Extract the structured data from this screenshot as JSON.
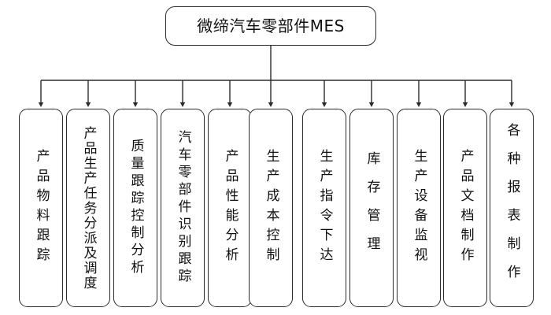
{
  "diagram": {
    "type": "org-chart",
    "orientation": "top-down",
    "background_color": "#ffffff",
    "line_color": "#2b2b2b",
    "text_color": "#111111",
    "root": {
      "label": "微缔汽车零部件MES"
    },
    "children": [
      {
        "label": "产品物料跟踪"
      },
      {
        "label": "产品生产任务分派及调度"
      },
      {
        "label": "质量跟踪控制分析"
      },
      {
        "label": "汽车零部件识别跟踪"
      },
      {
        "label": "产品性能分析"
      },
      {
        "label": "生产成本控制"
      },
      {
        "label": "生产指令下达"
      },
      {
        "label": "库存管理"
      },
      {
        "label": "生产设备监视"
      },
      {
        "label": "产品文档制作"
      },
      {
        "label": "各种报表制作"
      }
    ]
  }
}
